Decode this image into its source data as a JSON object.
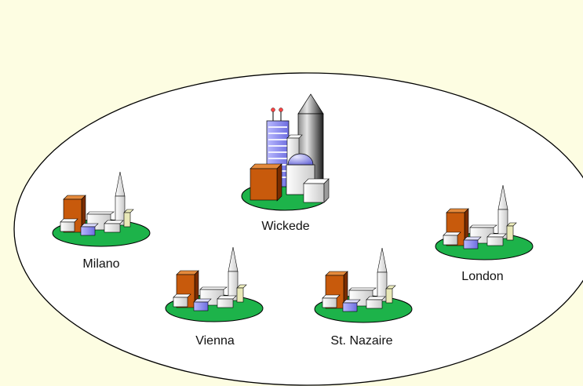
{
  "diagram": {
    "hub": {
      "label": "Wickede",
      "icon": "large-city-icon"
    },
    "sites": [
      {
        "label": "Milano",
        "icon": "small-town-icon"
      },
      {
        "label": "Vienna",
        "icon": "small-town-icon"
      },
      {
        "label": "St. Nazaire",
        "icon": "small-town-icon"
      },
      {
        "label": "London",
        "icon": "small-town-icon"
      }
    ]
  },
  "colors": {
    "background": "#fdfde2",
    "ground": "#1db34a",
    "brick_building": "#c85a0c",
    "outline": "#000000"
  }
}
